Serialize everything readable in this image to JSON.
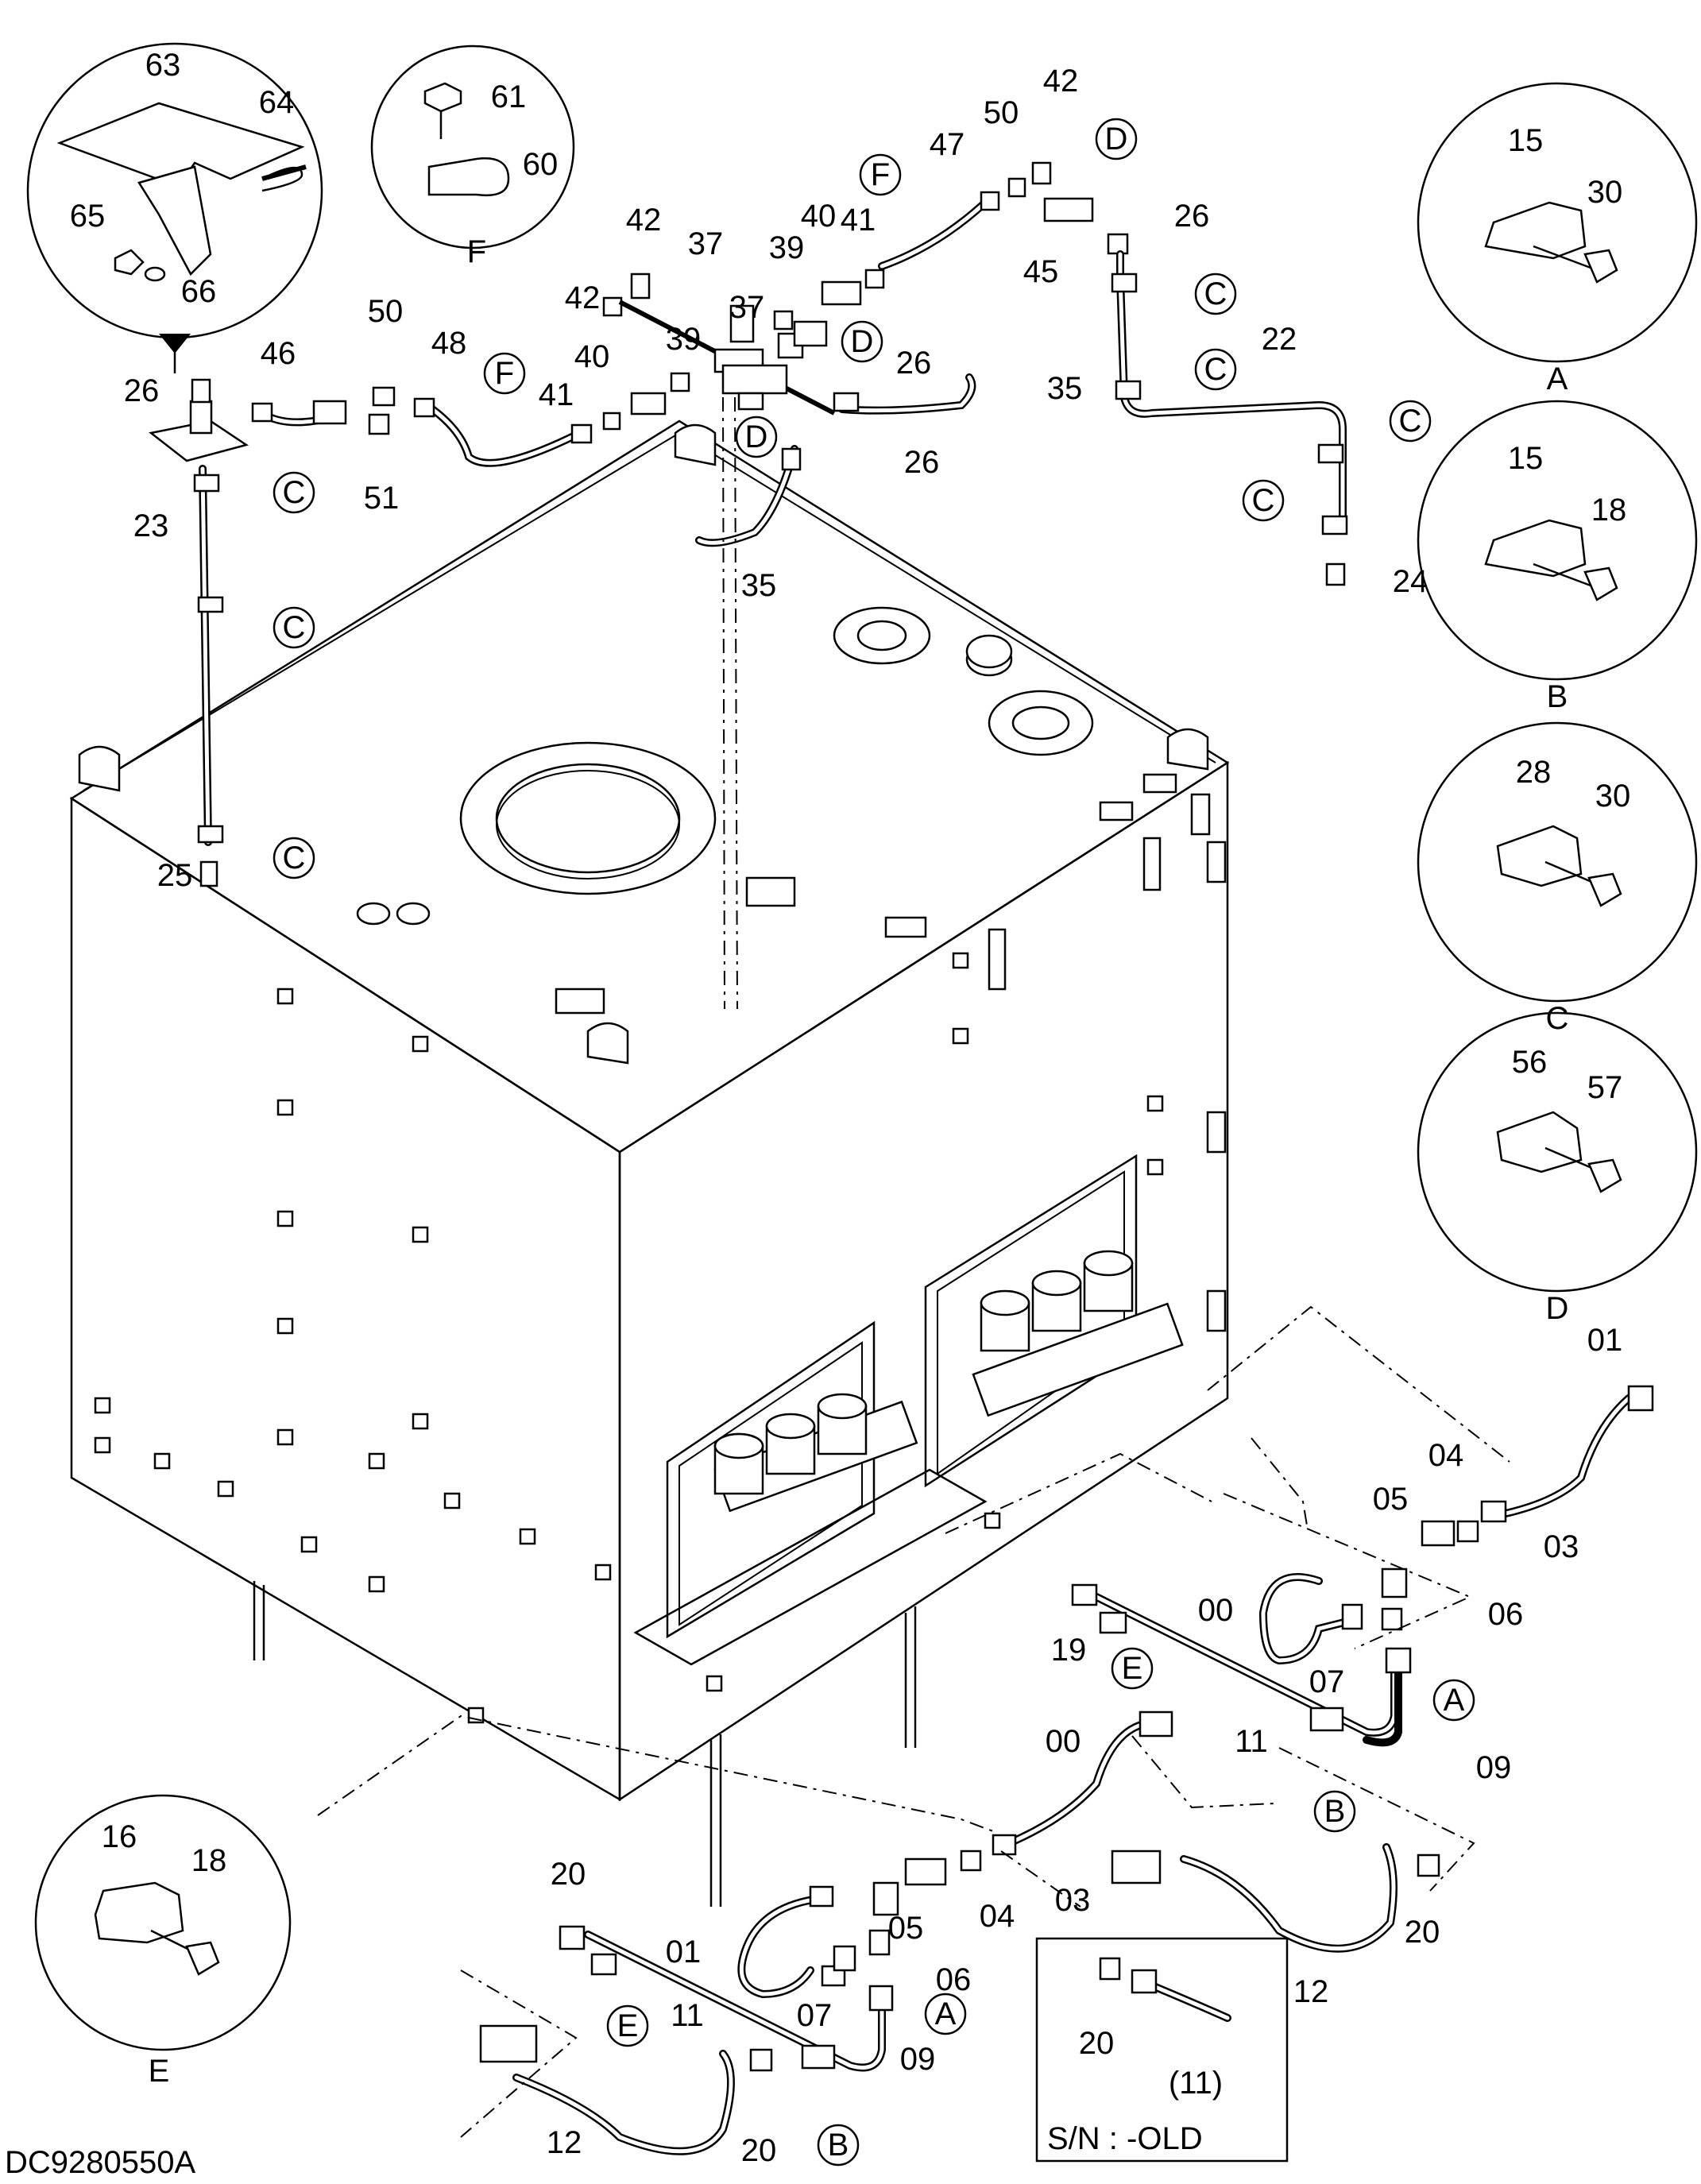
{
  "diagram_id": "DC9280550A",
  "serial_note": "S/N :  -OLD",
  "inset_part_label": "(11)",
  "details": [
    {
      "key": "A",
      "letter": "A",
      "parts": [
        "15",
        "30"
      ]
    },
    {
      "key": "B",
      "letter": "B",
      "parts": [
        "15",
        "18"
      ]
    },
    {
      "key": "C",
      "letter": "C",
      "parts": [
        "28",
        "30"
      ]
    },
    {
      "key": "D",
      "letter": "D",
      "parts": [
        "56",
        "57"
      ]
    },
    {
      "key": "E",
      "letter": "E",
      "parts": [
        "16",
        "18"
      ]
    },
    {
      "key": "F",
      "letter": "F",
      "parts": [
        "61",
        "60"
      ]
    },
    {
      "key": "top",
      "letter": "",
      "parts": [
        "63",
        "64",
        "65",
        "66"
      ]
    }
  ],
  "callouts": [
    "26",
    "46",
    "50",
    "48",
    "51",
    "23",
    "25",
    "42",
    "42",
    "40",
    "41",
    "39",
    "37",
    "37",
    "39",
    "40",
    "41",
    "47",
    "50",
    "42",
    "45",
    "26",
    "22",
    "24",
    "26",
    "35",
    "26",
    "35",
    "01",
    "04",
    "05",
    "03",
    "00",
    "06",
    "19",
    "07",
    "11",
    "09",
    "00",
    "04",
    "03",
    "05",
    "06",
    "20",
    "01",
    "07",
    "11",
    "12",
    "09",
    "20",
    "12",
    "20",
    "20"
  ],
  "ref_circles": [
    "A",
    "B",
    "C",
    "D",
    "E",
    "F"
  ]
}
